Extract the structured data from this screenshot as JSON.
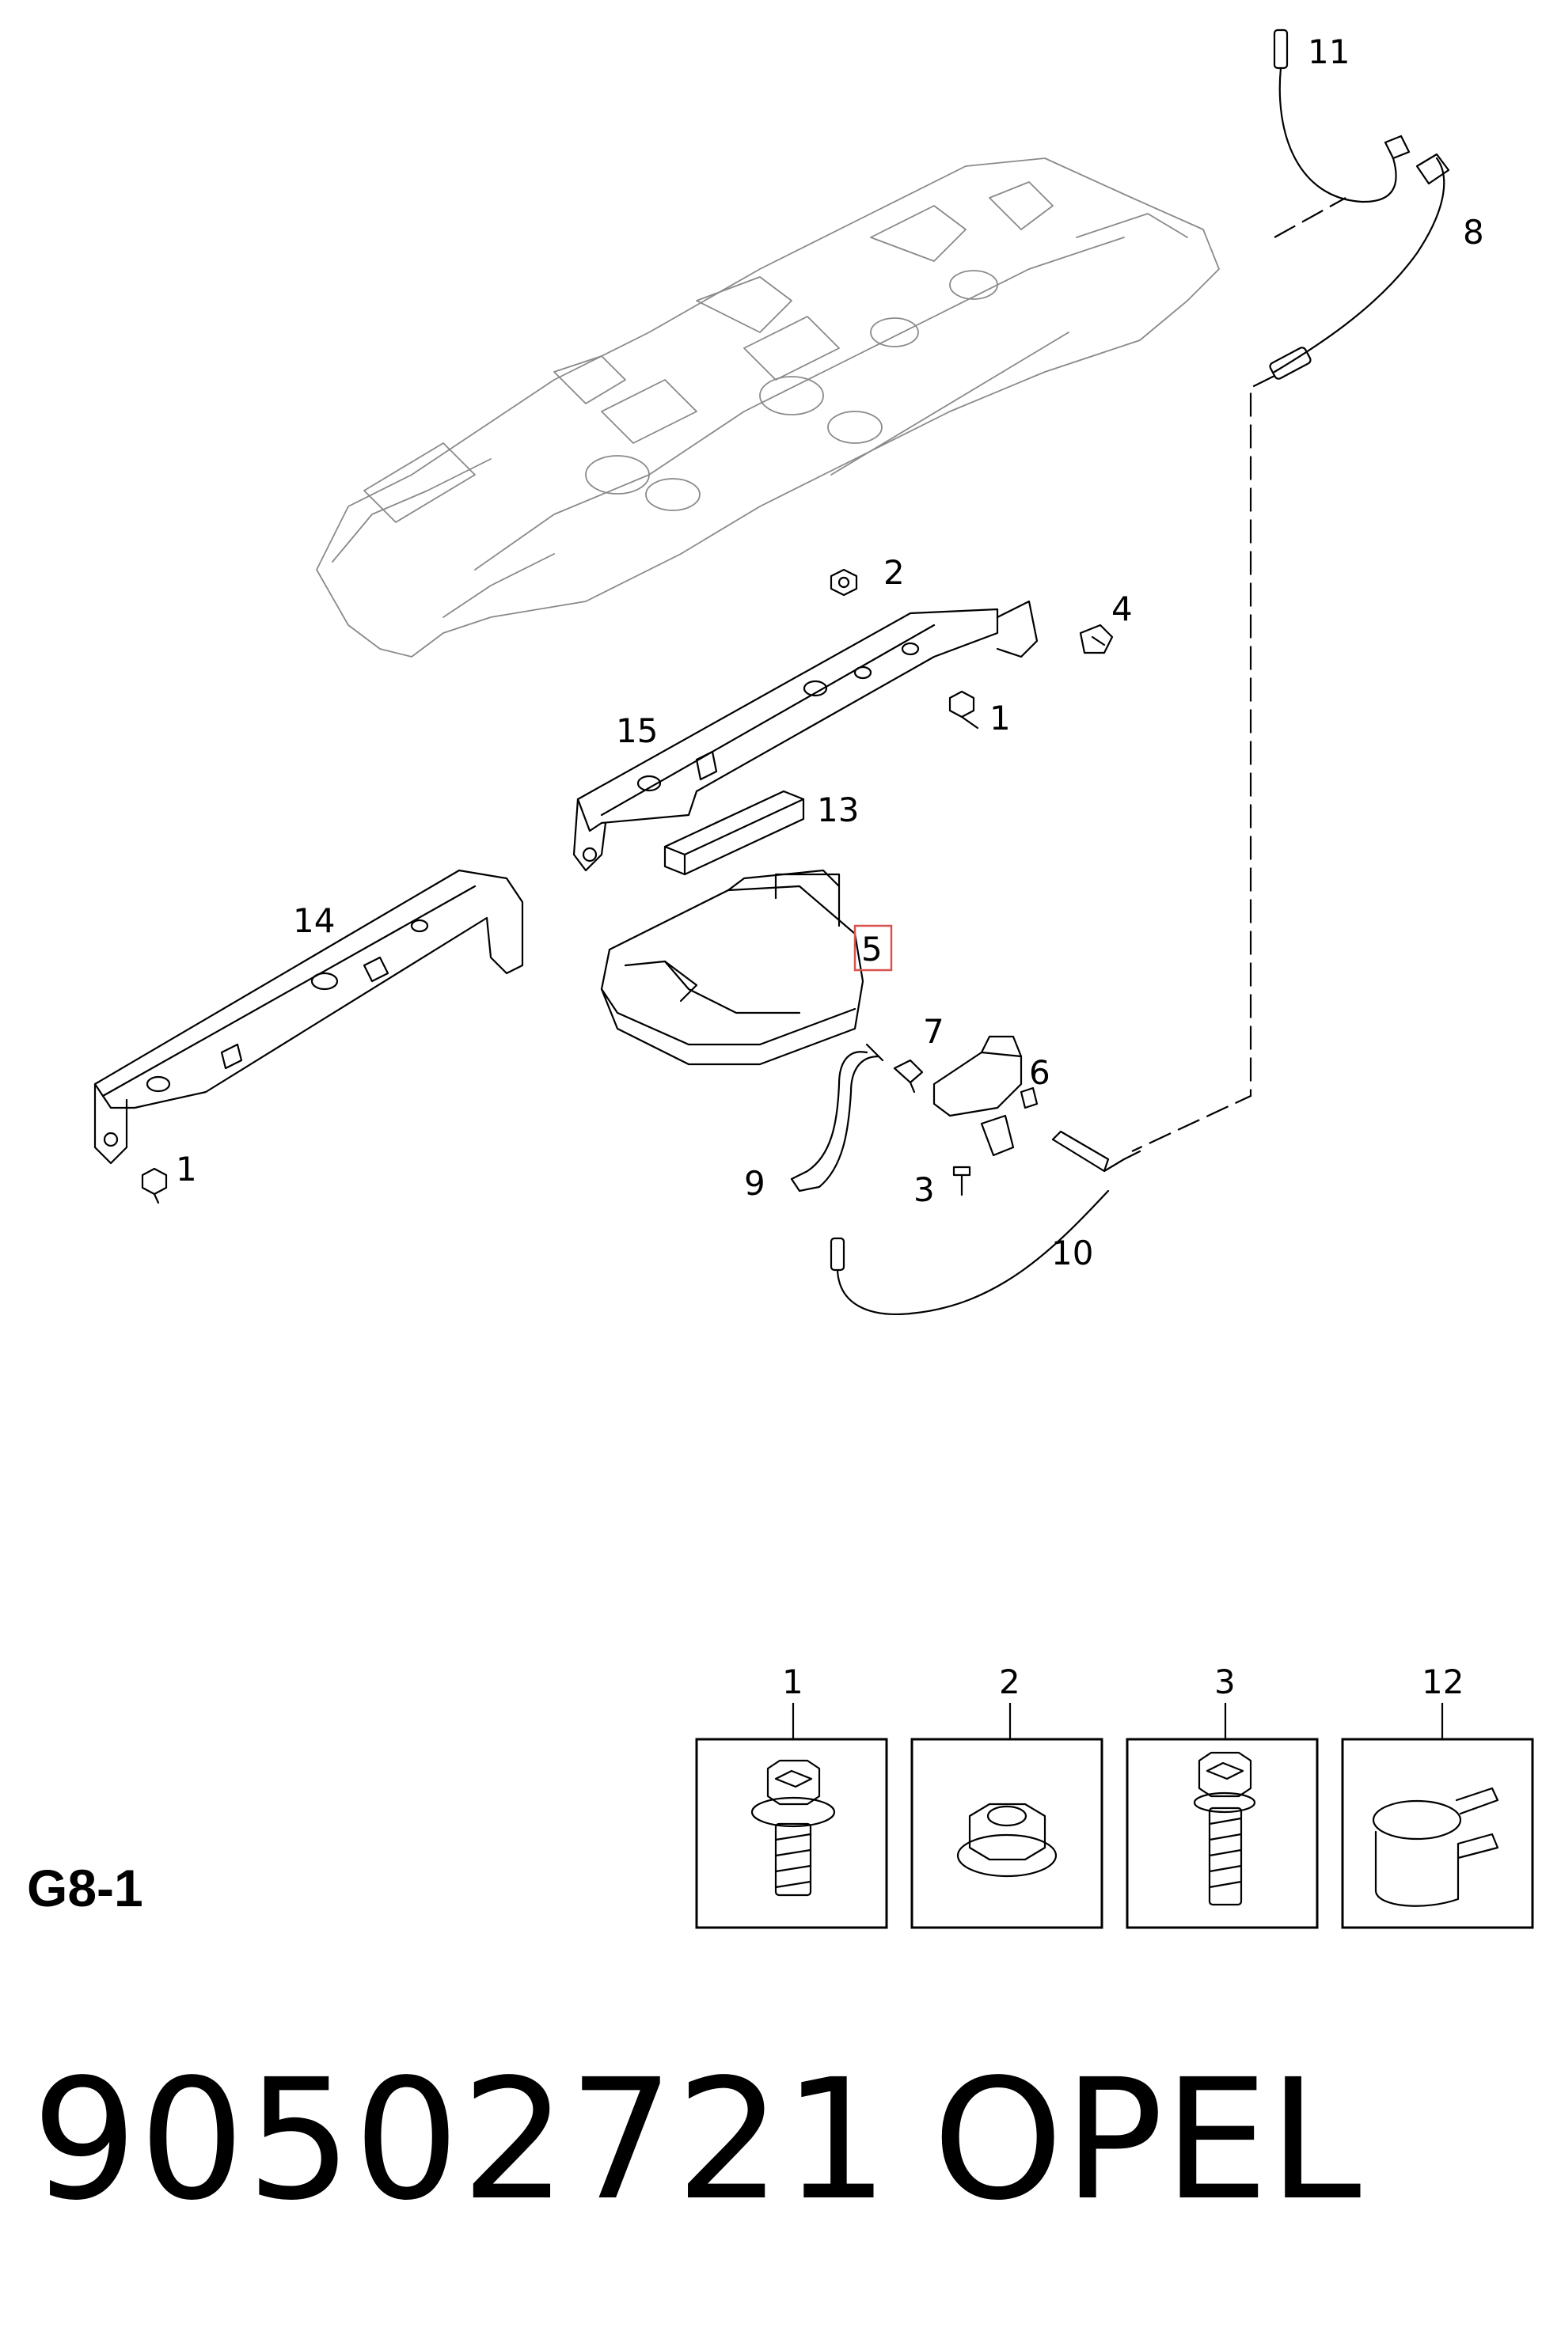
{
  "diagram": {
    "callouts": {
      "c1a": "1",
      "c1b": "1",
      "c2": "2",
      "c3": "3",
      "c4": "4",
      "c5": "5",
      "c6": "6",
      "c7": "7",
      "c8": "8",
      "c9": "9",
      "c10": "10",
      "c11": "11",
      "c13": "13",
      "c14": "14",
      "c15": "15"
    },
    "highlighted_callout": "5",
    "highlight_color": "#d9534f",
    "legend_boxes": [
      {
        "label": "1",
        "part": "flanged-bolt"
      },
      {
        "label": "2",
        "part": "flange-nut"
      },
      {
        "label": "3",
        "part": "bolt"
      },
      {
        "label": "12",
        "part": "hose-clamp"
      }
    ]
  },
  "section_code": "G8-1",
  "part_number": "90502721",
  "brand": "OPEL"
}
